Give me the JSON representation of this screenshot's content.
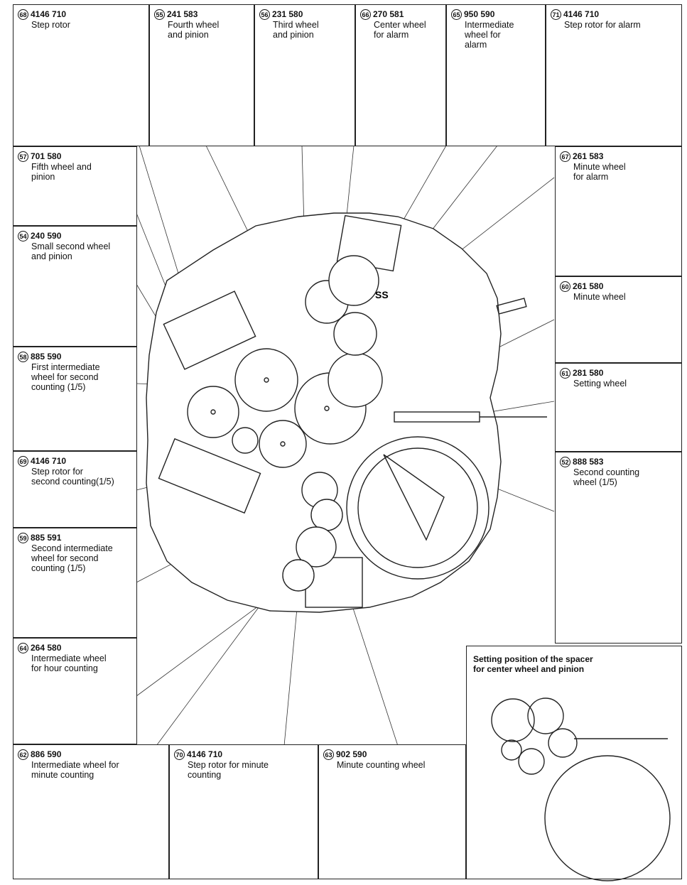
{
  "parts": [
    {
      "id": "part-68",
      "num": "68",
      "code": "4146 710",
      "name": "Step rotor"
    },
    {
      "id": "part-55",
      "num": "55",
      "code": "241 583",
      "name": "Fourth wheel\nand pinion"
    },
    {
      "id": "part-56",
      "num": "56",
      "code": "231 580",
      "name": "Third wheel\nand pinion"
    },
    {
      "id": "part-66",
      "num": "66",
      "code": "270 581",
      "name": "Center wheel\nfor alarm"
    },
    {
      "id": "part-65",
      "num": "65",
      "code": "950 590",
      "name": "Intermediate\nwheel for\nalarm"
    },
    {
      "id": "part-71",
      "num": "71",
      "code": "4146 710",
      "name": "Step rotor for alarm"
    },
    {
      "id": "part-57",
      "num": "57",
      "code": "701 580",
      "name": "Fifth wheel and\npinion"
    },
    {
      "id": "part-67",
      "num": "67",
      "code": "261 583",
      "name": "Minute wheel\nfor alarm"
    },
    {
      "id": "part-54",
      "num": "54",
      "code": "240 590",
      "name": "Small second wheel\nand pinion"
    },
    {
      "id": "part-60",
      "num": "60",
      "code": "261 580",
      "name": "Minute wheel"
    },
    {
      "id": "part-58",
      "num": "58",
      "code": "885 590",
      "name": "First intermediate\nwheel for second\ncounting (1/5)"
    },
    {
      "id": "part-61",
      "num": "61",
      "code": "281 580",
      "name": "Setting wheel"
    },
    {
      "id": "part-69",
      "num": "69",
      "code": "4146 710",
      "name": "Step rotor for\nsecond counting(1/5)"
    },
    {
      "id": "part-52",
      "num": "52",
      "code": "888 583",
      "name": "Second counting\nwheel  (1/5)"
    },
    {
      "id": "part-59",
      "num": "59",
      "code": "885 591",
      "name": "Second intermediate\nwheel for second\ncounting (1/5)"
    },
    {
      "id": "part-64",
      "num": "64",
      "code": "264 580",
      "name": "Intermediate wheel\nfor hour counting"
    },
    {
      "id": "part-62",
      "num": "62",
      "code": "886 590",
      "name": "Intermediate wheel for\nminute counting"
    },
    {
      "id": "part-70",
      "num": "70",
      "code": "4146 710",
      "name": "Step rotor for minute\ncounting"
    },
    {
      "id": "part-63",
      "num": "63",
      "code": "902 590",
      "name": "Minute counting wheel"
    }
  ],
  "note": "Setting position of the spacer\nfor center wheel and pinion",
  "movement_mark": "SS"
}
